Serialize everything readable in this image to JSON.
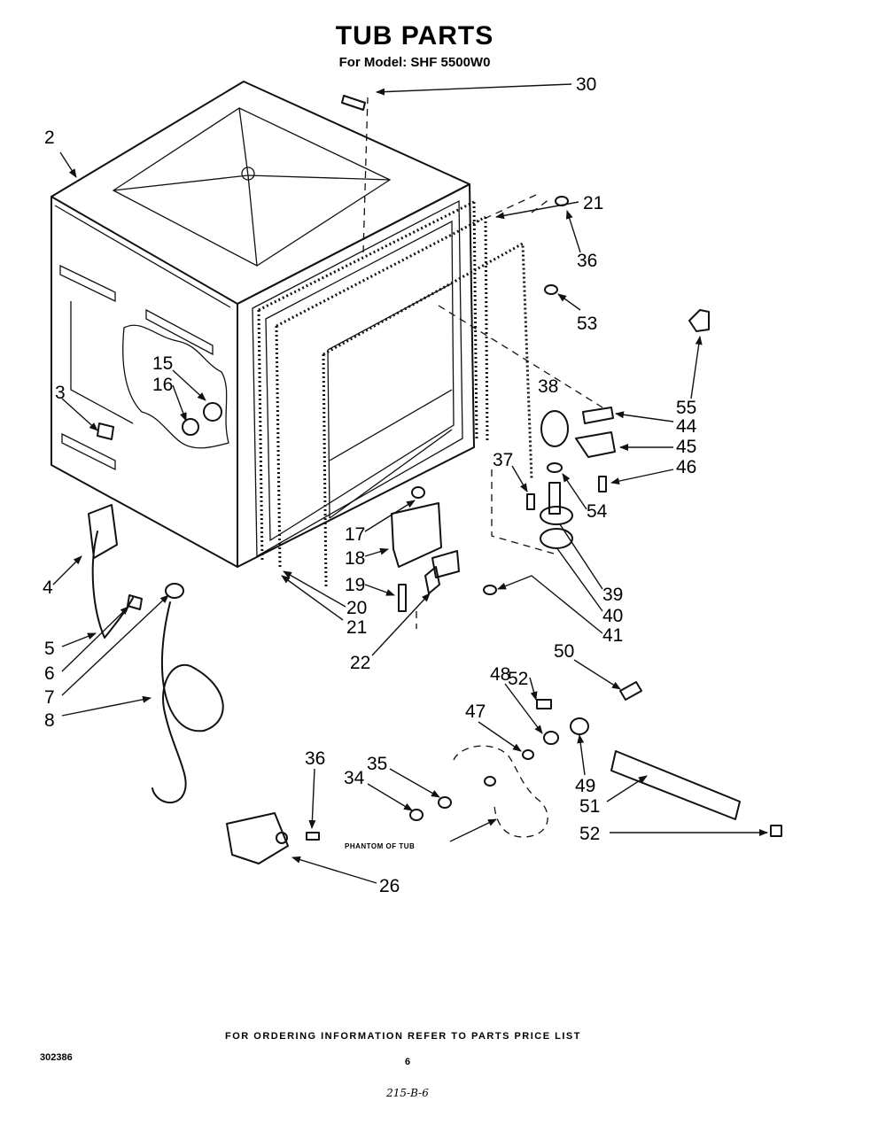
{
  "title": "TUB PARTS",
  "subtitle": "For Model: SHF 5500W0",
  "callouts": [
    "30",
    "2",
    "21",
    "36",
    "53",
    "55",
    "15",
    "16",
    "38",
    "44",
    "3",
    "45",
    "46",
    "37",
    "54",
    "17",
    "18",
    "19",
    "20",
    "39",
    "21",
    "40",
    "41",
    "4",
    "22",
    "50",
    "5",
    "6",
    "52",
    "7",
    "48",
    "47",
    "8",
    "49",
    "36",
    "35",
    "34",
    "51",
    "52",
    "26"
  ],
  "phantom_label": "PHANTOM OF TUB",
  "footer_note": "FOR ORDERING INFORMATION REFER TO PARTS PRICE LIST",
  "doc_number": "302386",
  "page_number": "6",
  "handwritten_note": "215-B-6"
}
